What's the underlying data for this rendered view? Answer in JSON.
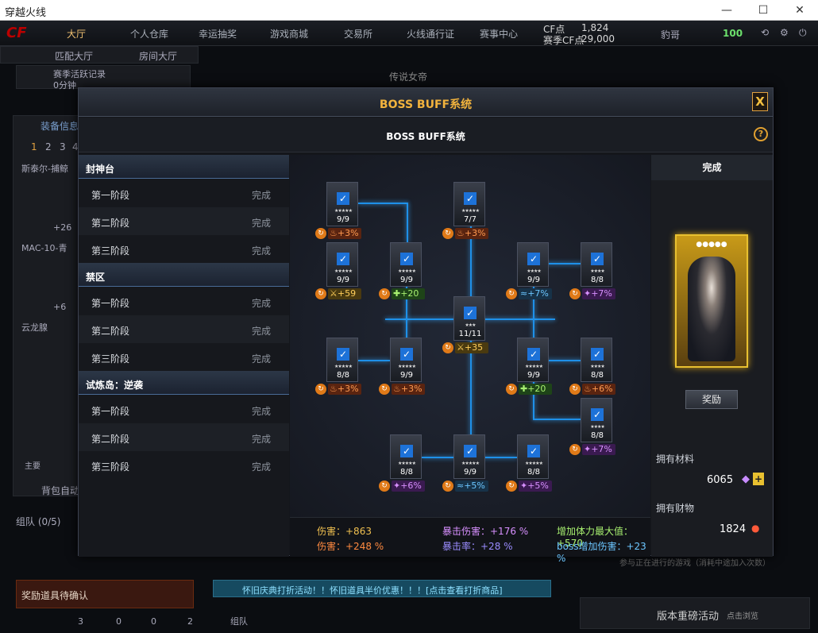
{
  "window": {
    "title": "穿越火线",
    "min": "—",
    "max": "☐",
    "close": "✕"
  },
  "top": {
    "logo": "CF",
    "nav": [
      "大厅",
      "个人仓库",
      "幸运抽奖",
      "游戏商城",
      "交易所",
      "火线通行证",
      "赛事中心"
    ],
    "cf_label": "CF点",
    "cf_value": "1,824",
    "match_label": "赛季CF点",
    "match_value": "29,000",
    "nick": "豹哥",
    "level": "100"
  },
  "lobby": {
    "tabs": [
      "匹配大厅",
      "房间大厅"
    ],
    "record": "赛季活跃记录",
    "time": "0分钟",
    "banner": "传说女帝",
    "equip": "装备信息",
    "nums": [
      "1",
      "2",
      "3",
      "4"
    ],
    "weapon1": "斯泰尔-捕鲸",
    "w1_stat": "+26",
    "weapon2": "MAC-10-青",
    "w2_stat": "+6",
    "char": "云龙腺",
    "main_label": "主要",
    "auto": "背包自动",
    "team": "组队 (0/5)",
    "reward_confirm": "奖励道具待确认",
    "ticker": "怀旧庆典打折活动！！怀旧道具半价优惠！！！[点击查看打折商品]",
    "team_label": "组队",
    "counts": [
      "3",
      "0",
      "0",
      "2"
    ],
    "promo": "版本重磅活动",
    "promo_sub": "点击浏览",
    "notice": "参与正在进行的游戏（消耗中途加入次数）"
  },
  "modal": {
    "title": "BOSS BUFF系统",
    "subtitle": "BOSS BUFF系统",
    "close": "X",
    "help": "?"
  },
  "categories": [
    {
      "name": "封神台",
      "stages": [
        {
          "n": "第一阶段",
          "s": "完成"
        },
        {
          "n": "第二阶段",
          "s": "完成"
        },
        {
          "n": "第三阶段",
          "s": "完成"
        }
      ]
    },
    {
      "name": "禁区",
      "stages": [
        {
          "n": "第一阶段",
          "s": "完成"
        },
        {
          "n": "第二阶段",
          "s": "完成"
        },
        {
          "n": "第三阶段",
          "s": "完成"
        }
      ]
    },
    {
      "name": "试炼岛：逆袭",
      "stages": [
        {
          "n": "第一阶段",
          "s": "完成"
        },
        {
          "n": "第二阶段",
          "s": "完成"
        },
        {
          "n": "第三阶段",
          "s": "完成"
        }
      ]
    }
  ],
  "nodes": [
    {
      "count": "9/9",
      "stars": "★★★★★",
      "bonus": "+3%",
      "kind": "fire"
    },
    {
      "count": "7/7",
      "stars": "★★★★★",
      "bonus": "+3%",
      "kind": "fire"
    },
    {
      "count": "9/9",
      "stars": "★★★★★",
      "bonus": "+59",
      "kind": "sword"
    },
    {
      "count": "9/9",
      "stars": "★★★★★",
      "bonus": "+20",
      "kind": "heal"
    },
    {
      "count": "9/9",
      "stars": "★★★★",
      "bonus": "+7%",
      "kind": "wave"
    },
    {
      "count": "8/8",
      "stars": "★★★★",
      "bonus": "+7%",
      "kind": "purp"
    },
    {
      "count": "11/11",
      "stars": "★★★",
      "bonus": "+35",
      "kind": "sword"
    },
    {
      "count": "8/8",
      "stars": "★★★★★",
      "bonus": "+3%",
      "kind": "fire"
    },
    {
      "count": "9/9",
      "stars": "★★★★★",
      "bonus": "+3%",
      "kind": "fire"
    },
    {
      "count": "9/9",
      "stars": "★★★★★",
      "bonus": "+20",
      "kind": "heal"
    },
    {
      "count": "8/8",
      "stars": "★★★★",
      "bonus": "+6%",
      "kind": "fire"
    },
    {
      "count": "8/8",
      "stars": "★★★★",
      "bonus": "+7%",
      "kind": "purp"
    },
    {
      "count": "8/8",
      "stars": "★★★★★",
      "bonus": "+6%",
      "kind": "purp"
    },
    {
      "count": "9/9",
      "stars": "★★★★★",
      "bonus": "+5%",
      "kind": "wave"
    },
    {
      "count": "8/8",
      "stars": "★★★★★",
      "bonus": "+5%",
      "kind": "purp"
    }
  ],
  "summary": [
    {
      "label": "伤害：+863",
      "color": "#f0c050"
    },
    {
      "label": "暴击伤害：+176 %",
      "color": "#d890ff"
    },
    {
      "label": "增加体力最大值：+570",
      "color": "#a8f070"
    },
    {
      "label": "伤害：+248 %",
      "color": "#ff8a40"
    },
    {
      "label": "暴击率：+28 %",
      "color": "#9a8cff"
    },
    {
      "label": "boss增加伤害：+23 %",
      "color": "#6cc6ff"
    }
  ],
  "right": {
    "status": "完成",
    "card_stars": "●●●●●",
    "reward": "奖励",
    "material_label": "拥有材料",
    "material_value": "6065",
    "plus": "+",
    "wealth_label": "拥有财物",
    "wealth_value": "1824"
  }
}
